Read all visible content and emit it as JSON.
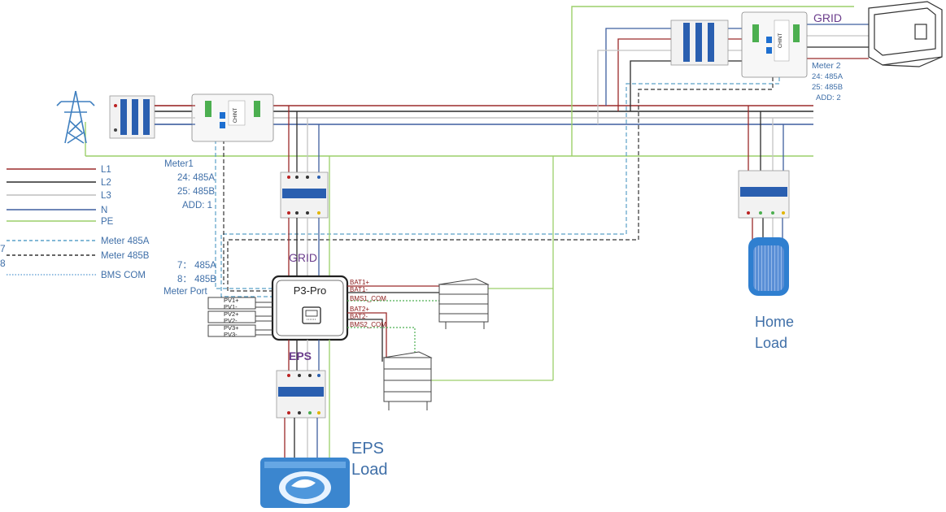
{
  "legend": {
    "items": [
      {
        "label": "L1",
        "color": "#9b2a2a",
        "style": "solid"
      },
      {
        "label": "L2",
        "color": "#2b2b2b",
        "style": "solid"
      },
      {
        "label": "L3",
        "color": "#bdbdbd",
        "style": "solid"
      },
      {
        "label": "N",
        "color": "#3f5f9f",
        "style": "solid"
      },
      {
        "label": "PE",
        "color": "#9ccf6a",
        "style": "solid"
      },
      {
        "label": "Meter 485A",
        "color": "#5aa0c8",
        "style": "dashed"
      },
      {
        "label": "Meter 485B",
        "color": "#333333",
        "style": "dashed"
      },
      {
        "label": "BMS COM",
        "color": "#6fa8d8",
        "style": "dotted"
      }
    ],
    "side_numbers": [
      "7",
      "8"
    ]
  },
  "meter1": {
    "name": "Meter1",
    "line1": "24:  485A",
    "line2": "25:  485B",
    "line3": "ADD: 1"
  },
  "meter2": {
    "name": "Meter 2",
    "line1": "24:  485A",
    "line2": "25:  485B",
    "line3": "ADD: 2"
  },
  "meter_port": {
    "line1": "7： 485A",
    "line2": "8： 485B",
    "line3": "Meter Port"
  },
  "grid_label_top": "GRID",
  "grid_label_inverter": "GRID",
  "eps_label": "EPS",
  "inverter_name": "P3-Pro",
  "battery_ports": [
    "BAT1+",
    "BAT1-",
    "BMS1_COM",
    "BAT2+",
    "BAT2-",
    "BMS2_COM"
  ],
  "pv_ports": [
    "PV1+",
    "PV1-",
    "PV2+",
    "PV2-",
    "PV3+",
    "PV3-"
  ],
  "home_load": {
    "line1": "Home",
    "line2": "Load"
  },
  "eps_load": {
    "line1": "EPS",
    "line2": "Load"
  },
  "meter_device_text": "CHINT"
}
